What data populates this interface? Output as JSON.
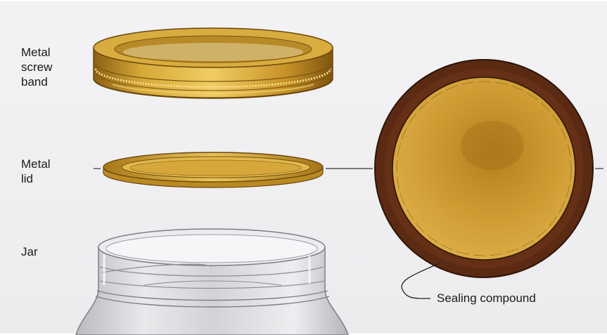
{
  "labels": {
    "screw_band": "Metal\nscrew\nband",
    "lid": "Metal\nlid",
    "jar": "Jar",
    "sealing_compound": "Sealing compound"
  },
  "colors": {
    "gold": "#c9962a",
    "gold_light": "#e3bd52",
    "gold_dark": "#8a5f12",
    "seal_brown": "#5a2a12",
    "glass": "#d7d7da",
    "glass_line": "#8e8f94"
  }
}
